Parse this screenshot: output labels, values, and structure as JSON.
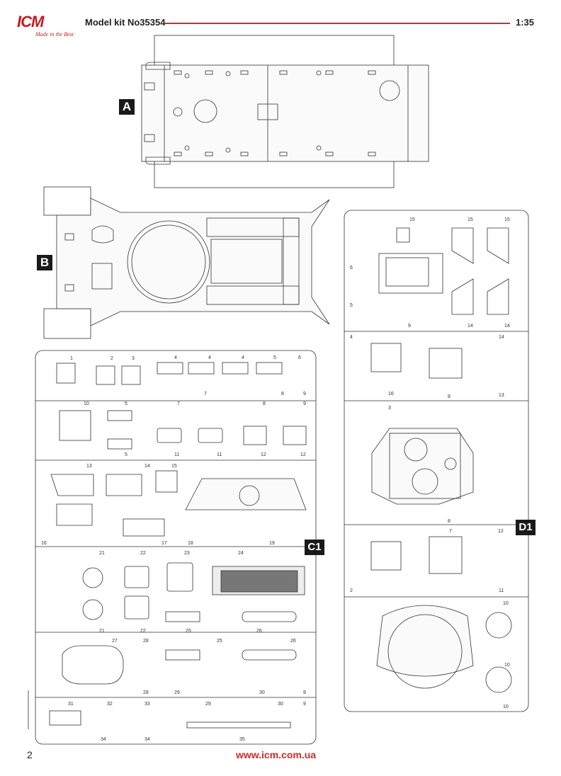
{
  "header": {
    "brand": "ICM",
    "slogan": "Made in the Best",
    "title": "Model kit No35354",
    "scale": "1:35"
  },
  "sprues": {
    "a": "A",
    "b": "B",
    "c1": "C1",
    "d1": "D1"
  },
  "footer": {
    "page_number": "2",
    "url": "www.icm.com.ua"
  },
  "c1_part_numbers": [
    "1",
    "2",
    "3",
    "4",
    "4",
    "4",
    "5",
    "6",
    "7",
    "7",
    "8",
    "8",
    "9",
    "9",
    "10",
    "5",
    "5",
    "11",
    "11",
    "12",
    "12",
    "13",
    "14",
    "15",
    "16",
    "17",
    "18",
    "19",
    "21",
    "22",
    "23",
    "24",
    "21",
    "22",
    "25",
    "26",
    "27",
    "28",
    "25",
    "26",
    "28",
    "29",
    "29",
    "30",
    "30",
    "31",
    "32",
    "33",
    "34",
    "34",
    "35",
    "9",
    "9"
  ],
  "d1_part_numbers": [
    "15",
    "15",
    "15",
    "6",
    "5",
    "4",
    "9",
    "14",
    "14",
    "14",
    "13",
    "8",
    "3",
    "8",
    "2",
    "7",
    "12",
    "11",
    "10",
    "10",
    "16",
    "10"
  ]
}
